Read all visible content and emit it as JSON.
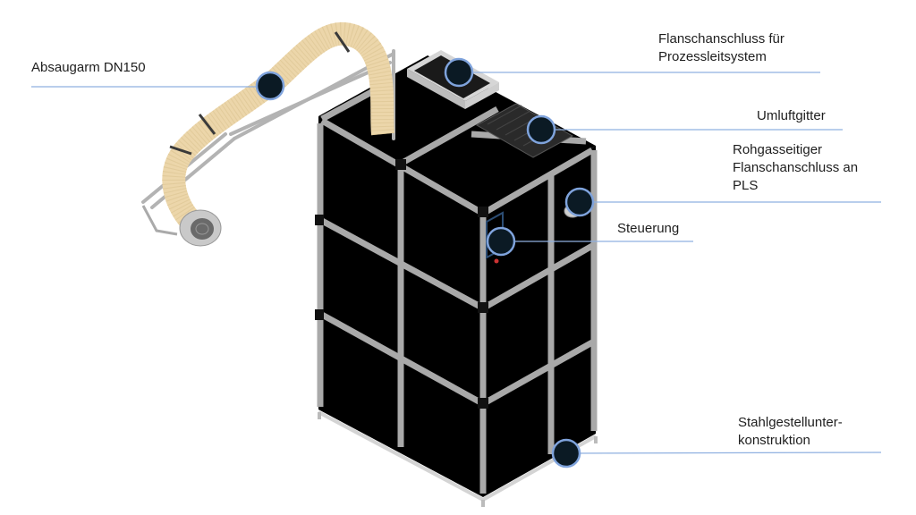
{
  "diagram": {
    "subject": "Absauganlage mit Stahlgestell",
    "colors": {
      "leader_line": "#8fb0e0",
      "marker_fill": "#0b1a24",
      "marker_ring": "#7fa3dc",
      "panel": "#000000",
      "frame": "#a8a8a8",
      "hose": "#efd9b0"
    },
    "callouts": [
      {
        "id": "absaugarm",
        "lines": [
          "Absaugarm DN150"
        ]
      },
      {
        "id": "flansch-pls",
        "lines": [
          "Flanschanschluss für",
          "Prozessleitsystem"
        ]
      },
      {
        "id": "umluftgitter",
        "lines": [
          "Umluftgitter"
        ]
      },
      {
        "id": "rohgas-flansch",
        "lines": [
          "Rohgasseitiger",
          "Flanschanschluss an",
          "PLS"
        ]
      },
      {
        "id": "steuerung",
        "lines": [
          "Steuerung"
        ]
      },
      {
        "id": "stahlgestell",
        "lines": [
          "Stahlgestellunter-",
          "konstruktion"
        ]
      }
    ]
  }
}
